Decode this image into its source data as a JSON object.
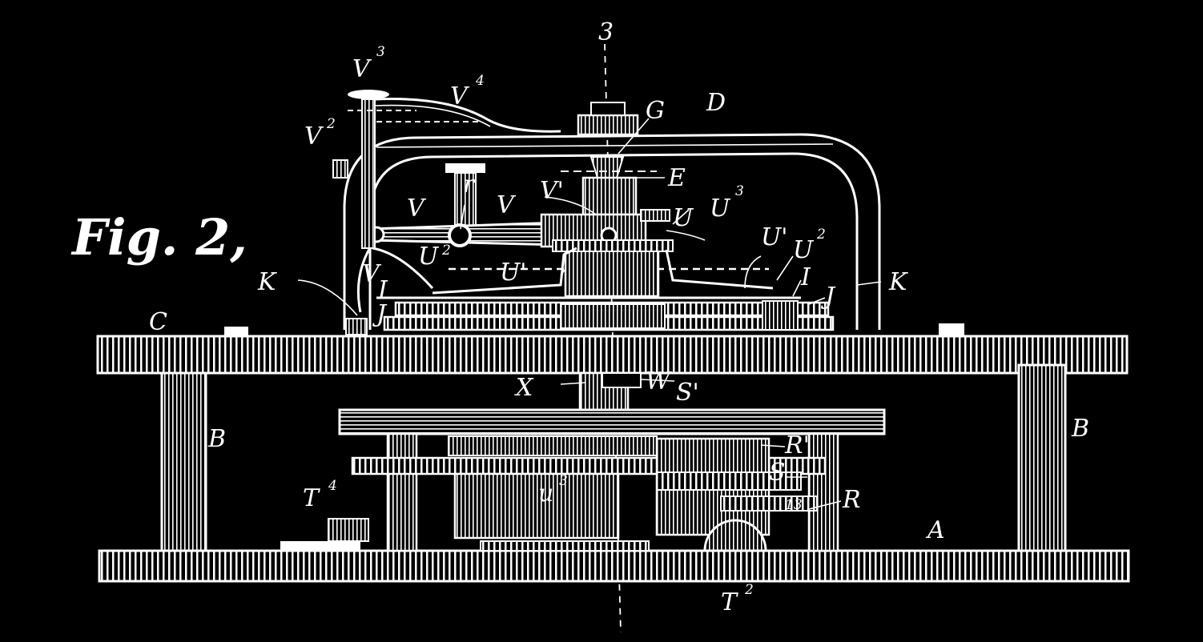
{
  "figure": {
    "title": "Fig. 2,"
  },
  "labels": {
    "three": "3",
    "A": "A",
    "B_left": "B",
    "B_right": "B",
    "C": "C",
    "D": "D",
    "E": "E",
    "G": "G",
    "I_left": "I",
    "I_right": "I",
    "J_left": "J",
    "J_right": "J",
    "K_left": "K",
    "K_right": "K",
    "R": "R",
    "R1": "R'",
    "S": "S",
    "S1": "S'",
    "T2": "T",
    "T2_sup": "2",
    "T4": "T",
    "T4_sup": "4",
    "U1_a": "U'",
    "U1_b": "U'",
    "U2": "U",
    "U2_sup": "2",
    "U2b": "U",
    "U2b_sup": "2",
    "U3": "U",
    "U3_sup": "3",
    "U_mid": "U",
    "V_a": "V",
    "V_b": "V",
    "V_c": "V",
    "V1": "V'",
    "V2": "V",
    "V2_sup": "2",
    "V3": "V",
    "V3_sup": "3",
    "V4": "V",
    "V4_sup": "4",
    "r": "r",
    "W": "W",
    "X": "X",
    "u3": "u",
    "u3_sup": "3",
    "n13": "13"
  },
  "colors": {
    "background": "#000000",
    "ink": "#ffffff"
  }
}
